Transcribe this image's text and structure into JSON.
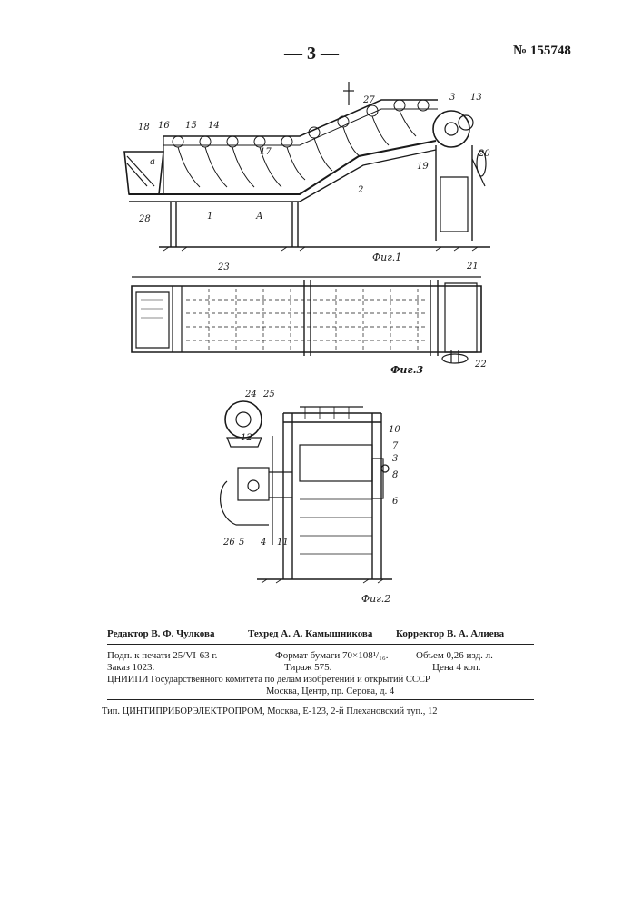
{
  "header": {
    "page_number": "— 3 —",
    "patent_number": "№ 155748"
  },
  "figures": {
    "fig1_caption": "Фиг.1",
    "fig2_caption": "Фиг.2",
    "fig3_caption": "Фиг.3",
    "fig1_labels": [
      "18",
      "16",
      "15",
      "14",
      "17",
      "27",
      "3",
      "13",
      "а",
      "19",
      "20",
      "28",
      "1",
      "А",
      "2"
    ],
    "fig3_labels": [
      "23",
      "21",
      "22"
    ],
    "fig2_labels": [
      "24",
      "25",
      "12",
      "10",
      "7",
      "3",
      "8",
      "6",
      "26",
      "5",
      "4",
      "11"
    ]
  },
  "credits": {
    "editor": "Редактор В. Ф. Чулкова",
    "techred": "Техред А. А. Камышникова",
    "corrector": "Корректор В. А. Алиева",
    "signed": "Подп. к печати 25/VI-63 г.",
    "format": "Формат бумаги 70×108¹/₁₆.",
    "volume": "Объем 0,26 изд. л.",
    "order": "Заказ 1023.",
    "print_run": "Тираж 575.",
    "price": "Цена 4 коп.",
    "publisher": "ЦНИИПИ Государственного комитета по делам изобретений и открытий СССР",
    "address": "Москва, Центр, пр. Серова, д. 4",
    "printer": "Тип. ЦИНТИПРИБОРЭЛЕКТРОПРОМ, Москва, Е-123, 2-й Плехановский туп., 12"
  }
}
